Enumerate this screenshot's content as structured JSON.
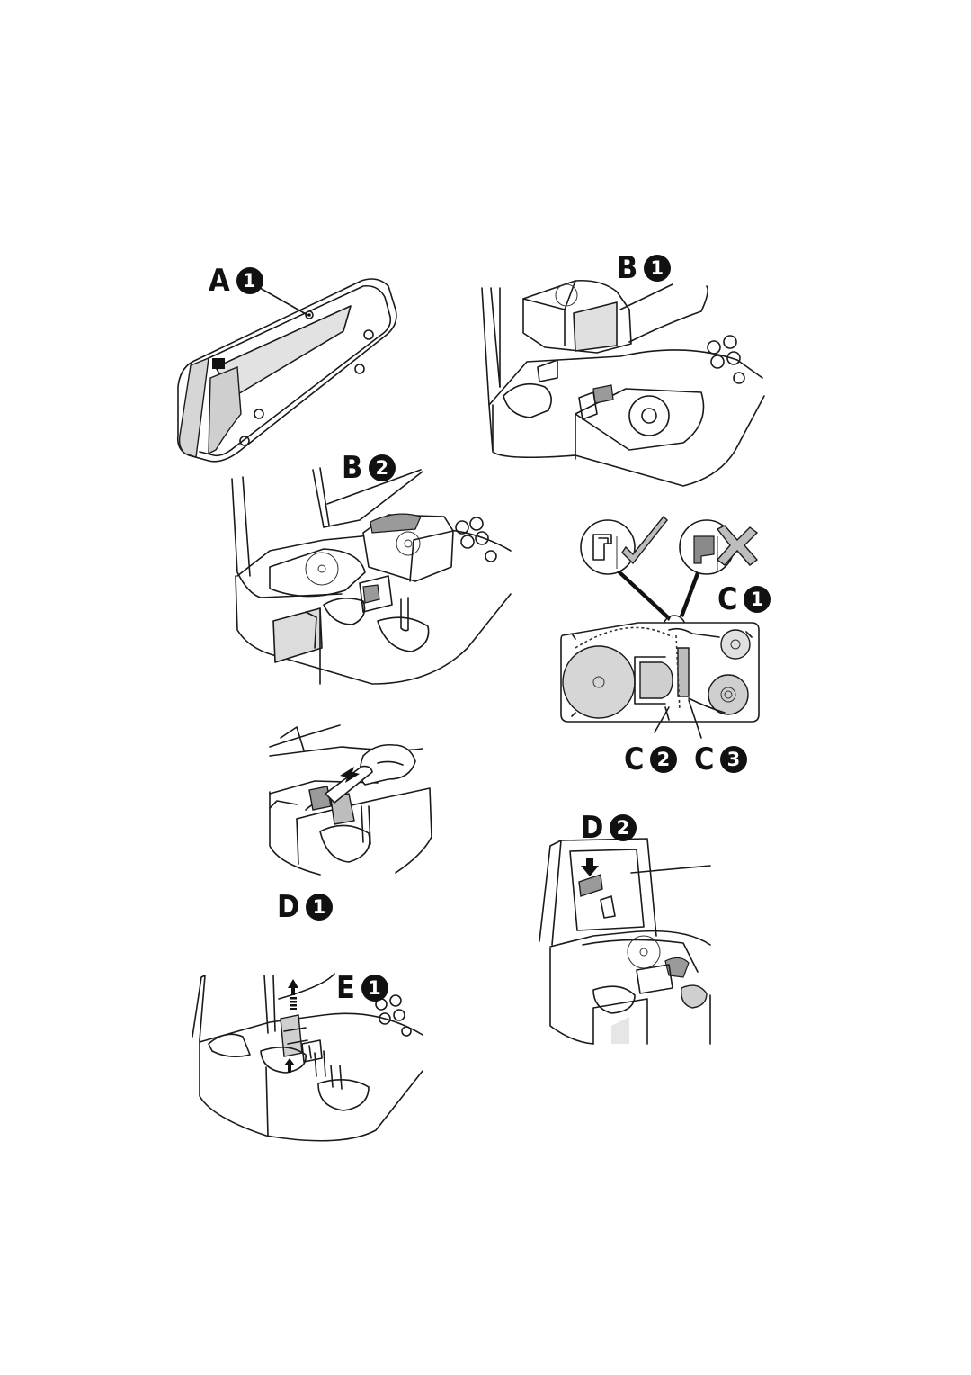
{
  "labels": {
    "a1": {
      "letter": "A",
      "num": "1"
    },
    "b1": {
      "letter": "B",
      "num": "1"
    },
    "b2": {
      "letter": "B",
      "num": "2"
    },
    "c1": {
      "letter": "C",
      "num": "1"
    },
    "c2": {
      "letter": "C",
      "num": "2"
    },
    "c3": {
      "letter": "C",
      "num": "3"
    },
    "d1": {
      "letter": "D",
      "num": "1"
    },
    "d2": {
      "letter": "D",
      "num": "2"
    },
    "e1": {
      "letter": "E",
      "num": "1"
    }
  },
  "icons": {
    "correct": "check-mark-icon",
    "incorrect": "cross-mark-icon"
  }
}
